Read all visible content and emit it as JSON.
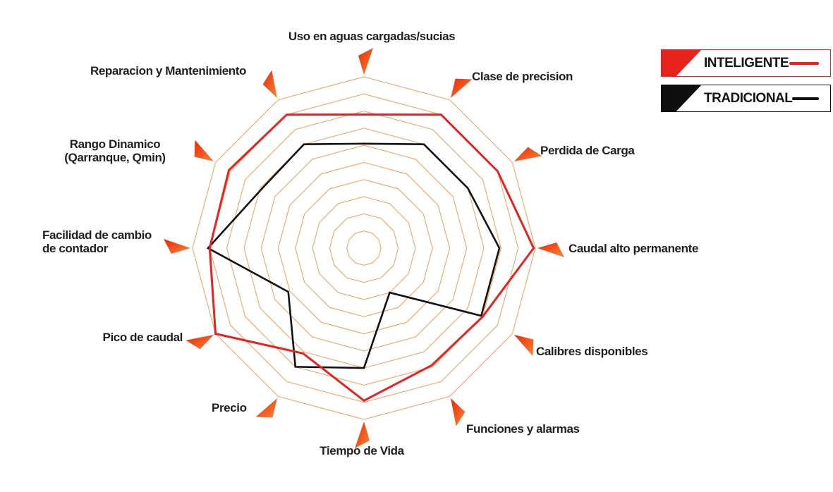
{
  "page": {
    "background": "#ffffff"
  },
  "legend": {
    "items": [
      {
        "label": "INTELIGENTE",
        "color": "#e8231d"
      },
      {
        "label": "TRADICIONAL",
        "color": "#0e0e0e"
      }
    ]
  },
  "chart_data": {
    "type": "radar",
    "title": "",
    "categories": [
      "Uso en aguas cargadas/sucias",
      "Clase de precision",
      "Perdida de Carga",
      "Caudal alto permanente",
      "Calibres disponibles",
      "Funciones y alarmas",
      "Tiempo de Vida",
      "Precio",
      "Pico de caudal",
      "Facilidad de cambio de contador",
      "Rango Dinamico (Qarranque, Qmin)",
      "Reparacion y Mantenimiento"
    ],
    "series": [
      {
        "name": "INTELIGENTE",
        "color": "#e8231d",
        "values": [
          7.8,
          9,
          9,
          9.9,
          8,
          7.9,
          8.9,
          7.1,
          10,
          9,
          9.1,
          9
        ]
      },
      {
        "name": "TRADICIONAL",
        "color": "#111111",
        "values": [
          6.1,
          7,
          7,
          7.9,
          7.9,
          3,
          7,
          8,
          5.1,
          9.1,
          6.9,
          7
        ]
      }
    ],
    "scale": {
      "rings": 10,
      "max": 10,
      "min": 0
    },
    "grid_color": "#f9a266",
    "arrow_colors": [
      "#ee2702",
      "#f8863b"
    ],
    "layout": {
      "legend_position": "top-right",
      "start_axis": "top",
      "direction": "clockwise"
    }
  }
}
